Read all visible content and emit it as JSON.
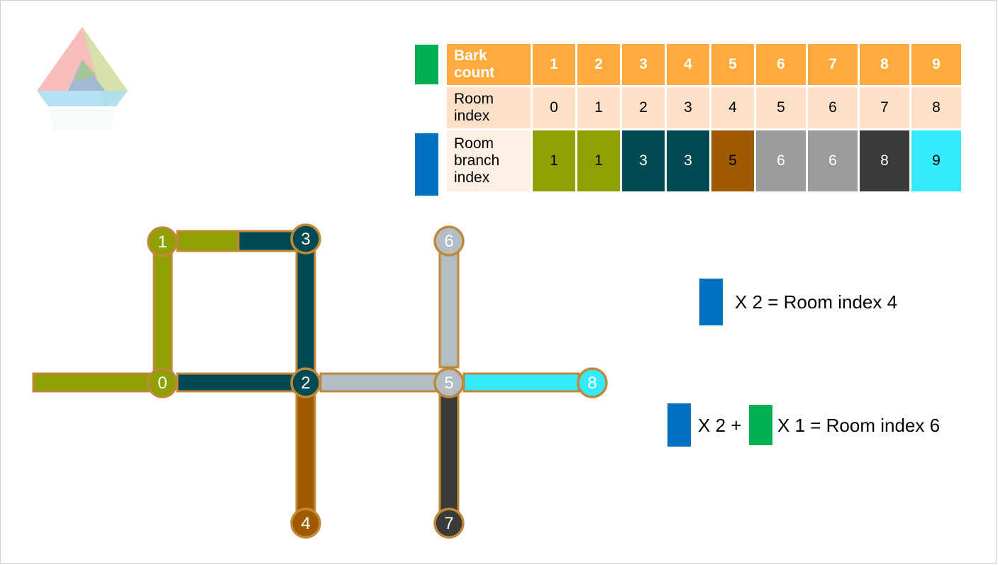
{
  "table": {
    "row_bark": {
      "label": "Bark count",
      "values": [
        "1",
        "2",
        "3",
        "4",
        "5",
        "6",
        "7",
        "8",
        "9"
      ]
    },
    "row_room": {
      "label": "Room index",
      "values": [
        "0",
        "1",
        "2",
        "3",
        "4",
        "5",
        "6",
        "7",
        "8"
      ]
    },
    "row_branch": {
      "label": "Room branch index",
      "values": [
        "1",
        "1",
        "3",
        "3",
        "5",
        "6",
        "6",
        "8",
        "9"
      ],
      "colors": [
        "#8fa100",
        "#8fa100",
        "#004b53",
        "#004b53",
        "#a05a00",
        "#9b9b9b",
        "#9b9b9b",
        "#3a3a3a",
        "#33eaff"
      ],
      "text_colors": [
        "#000000",
        "#000000",
        "#ffffff",
        "#ffffff",
        "#000000",
        "#ffffff",
        "#ffffff",
        "#ffffff",
        "#000000"
      ]
    }
  },
  "equations": {
    "eq1": "X 2 = Room index 4",
    "eq2_part1": "X 2 +",
    "eq2_part2": "X 1 = Room index 6"
  },
  "colors": {
    "bark_green": "#00b050",
    "bark_blue": "#0070c0",
    "outline": "#c08838"
  },
  "graph": {
    "nodes": [
      {
        "label": "0",
        "fill": "#8fa100",
        "text": "#ffffff"
      },
      {
        "label": "1",
        "fill": "#8fa100",
        "text": "#ffffff"
      },
      {
        "label": "2",
        "fill": "#004b53",
        "text": "#ffffff"
      },
      {
        "label": "3",
        "fill": "#004b53",
        "text": "#ffffff"
      },
      {
        "label": "4",
        "fill": "#a05a00",
        "text": "#ffffff"
      },
      {
        "label": "5",
        "fill": "#b2bdc4",
        "text": "#ffffff"
      },
      {
        "label": "6",
        "fill": "#b2bdc4",
        "text": "#ffffff"
      },
      {
        "label": "7",
        "fill": "#3a3a3a",
        "text": "#ffffff"
      },
      {
        "label": "8",
        "fill": "#33eaff",
        "text": "#ffffff"
      }
    ]
  }
}
